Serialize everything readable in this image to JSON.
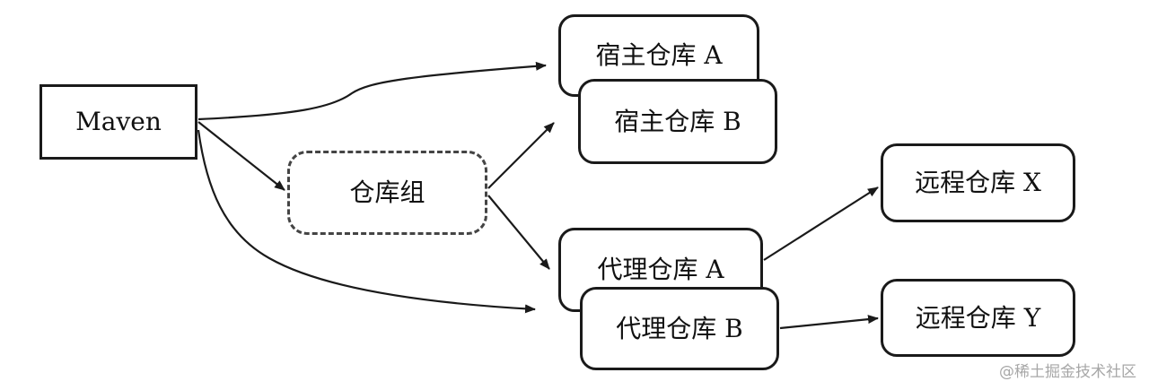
{
  "diagram": {
    "nodes": {
      "maven": "Maven",
      "group": "仓库组",
      "host_a": "宿主仓库 A",
      "host_b": "宿主仓库 B",
      "proxy_a": "代理仓库 A",
      "proxy_b": "代理仓库 B",
      "remote_x": "远程仓库 X",
      "remote_y": "远程仓库 Y"
    },
    "edges": [
      {
        "from": "maven",
        "to": "host_a"
      },
      {
        "from": "maven",
        "to": "group"
      },
      {
        "from": "maven",
        "to": "proxy_b"
      },
      {
        "from": "group",
        "to": "host_b"
      },
      {
        "from": "group",
        "to": "proxy_a"
      },
      {
        "from": "proxy_a",
        "to": "remote_x"
      },
      {
        "from": "proxy_b",
        "to": "remote_y"
      }
    ],
    "stroke_color": "#1a1a1a"
  },
  "watermark": "@稀土掘金技术社区"
}
